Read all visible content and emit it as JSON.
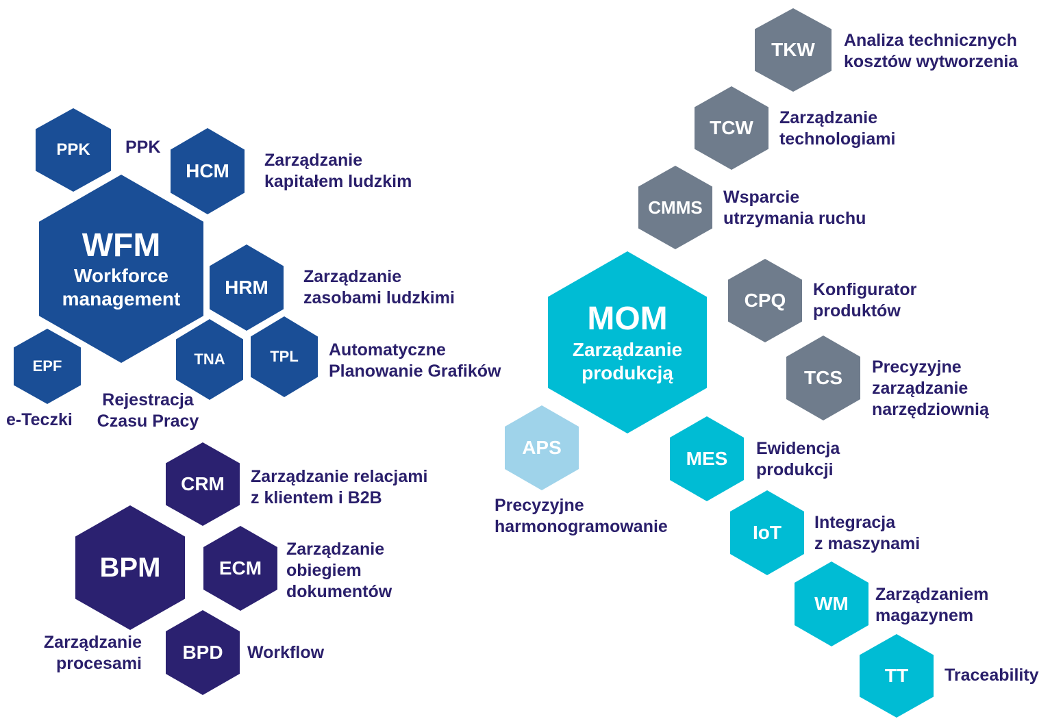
{
  "colors": {
    "wfm_blue": "#1a4e96",
    "bpm_navy": "#2b2170",
    "mom_gray": "#6f7c8c",
    "mom_cyan": "#00bcd4",
    "aps_light": "#9fd3ea",
    "label_text": "#2a1f6b"
  },
  "wfm": {
    "code": "WFM",
    "title_line1": "Workforce",
    "title_line2": "management",
    "modules": {
      "ppk": {
        "code": "PPK",
        "label": "PPK"
      },
      "hcm": {
        "code": "HCM",
        "line1": "Zarządzanie",
        "line2": "kapitałem ludzkim"
      },
      "hrm": {
        "code": "HRM",
        "line1": "Zarządzanie",
        "line2": "zasobami ludzkimi"
      },
      "tpl": {
        "code": "TPL",
        "line1": "Automatyczne",
        "line2": "Planowanie Grafików"
      },
      "tna": {
        "code": "TNA",
        "line1": "Rejestracja",
        "line2": "Czasu Pracy"
      },
      "epf": {
        "code": "EPF",
        "label": "e-Teczki"
      }
    }
  },
  "bpm": {
    "code": "BPM",
    "line1": "Zarządzanie",
    "line2": "procesami",
    "modules": {
      "crm": {
        "code": "CRM",
        "line1": "Zarządzanie relacjami",
        "line2": "z klientem i B2B"
      },
      "ecm": {
        "code": "ECM",
        "line1": "Zarządzanie",
        "line2": "obiegiem",
        "line3": "dokumentów"
      },
      "bpd": {
        "code": "BPD",
        "label": "Workflow"
      }
    }
  },
  "mom": {
    "code": "MOM",
    "title_line1": "Zarządzanie",
    "title_line2": "produkcją",
    "modules": {
      "tkw": {
        "code": "TKW",
        "line1": "Analiza technicznych",
        "line2": "kosztów wytworzenia"
      },
      "tcw": {
        "code": "TCW",
        "line1": "Zarządzanie",
        "line2": "technologiami"
      },
      "cmms": {
        "code": "CMMS",
        "line1": "Wsparcie",
        "line2": "utrzymania ruchu"
      },
      "cpq": {
        "code": "CPQ",
        "line1": "Konfigurator",
        "line2": "produktów"
      },
      "tcs": {
        "code": "TCS",
        "line1": "Precyzyjne",
        "line2": "zarządzanie",
        "line3": "narzędziownią"
      },
      "aps": {
        "code": "APS",
        "line1": "Precyzyjne",
        "line2": "harmonogramowanie"
      },
      "mes": {
        "code": "MES",
        "line1": "Ewidencja",
        "line2": "produkcji"
      },
      "iot": {
        "code": "IoT",
        "line1": "Integracja",
        "line2": "z maszynami"
      },
      "wm": {
        "code": "WM",
        "line1": "Zarządzaniem",
        "line2": "magazynem"
      },
      "tt": {
        "code": "TT",
        "label": "Traceability"
      }
    }
  }
}
